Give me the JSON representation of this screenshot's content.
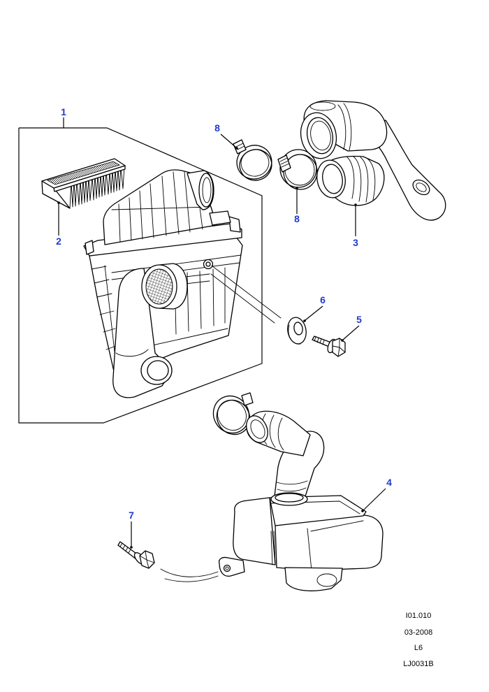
{
  "diagram": {
    "callouts": [
      {
        "number": "1"
      },
      {
        "number": "2"
      },
      {
        "number": "8"
      },
      {
        "number": "8"
      },
      {
        "number": "3"
      },
      {
        "number": "6"
      },
      {
        "number": "5"
      },
      {
        "number": "4"
      },
      {
        "number": "7"
      }
    ]
  },
  "footer": {
    "code": "I01.010",
    "date": "03-2008",
    "model": "L6",
    "illustration_id": "LJ0031B"
  },
  "colors": {
    "callout": "#1f3ad1",
    "linework": "#000000",
    "background": "#ffffff"
  }
}
